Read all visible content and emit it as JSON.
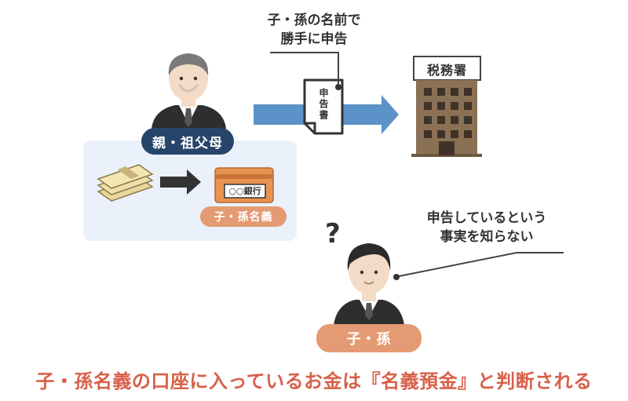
{
  "colors": {
    "arrow_blue": "#5b92c7",
    "building_brown": "#8a7055",
    "pill_navy": "#27456b",
    "pill_orange": "#e49a73",
    "panel_bg": "#eaf1fa",
    "caption_red": "#d8604a"
  },
  "labels": {
    "top_note_line1": "子・孫の名前で",
    "top_note_line2": "勝手に申告",
    "tax_office": "税務署",
    "document": "申告書",
    "parent": "親・祖父母",
    "bank_card": "○○銀行",
    "account_name": "子・孫名義",
    "child_note_line1": "申告しているという",
    "child_note_line2": "事実を知らない",
    "question_mark": "?",
    "child": "子・孫"
  },
  "caption": "子・孫名義の口座に入っているお金は『名義預金』と判断される",
  "icons": {
    "parent": "elderly-man-icon",
    "child": "young-man-icon",
    "money": "cash-bundle-icon",
    "card": "bank-passbook-icon",
    "office": "office-building-icon"
  }
}
